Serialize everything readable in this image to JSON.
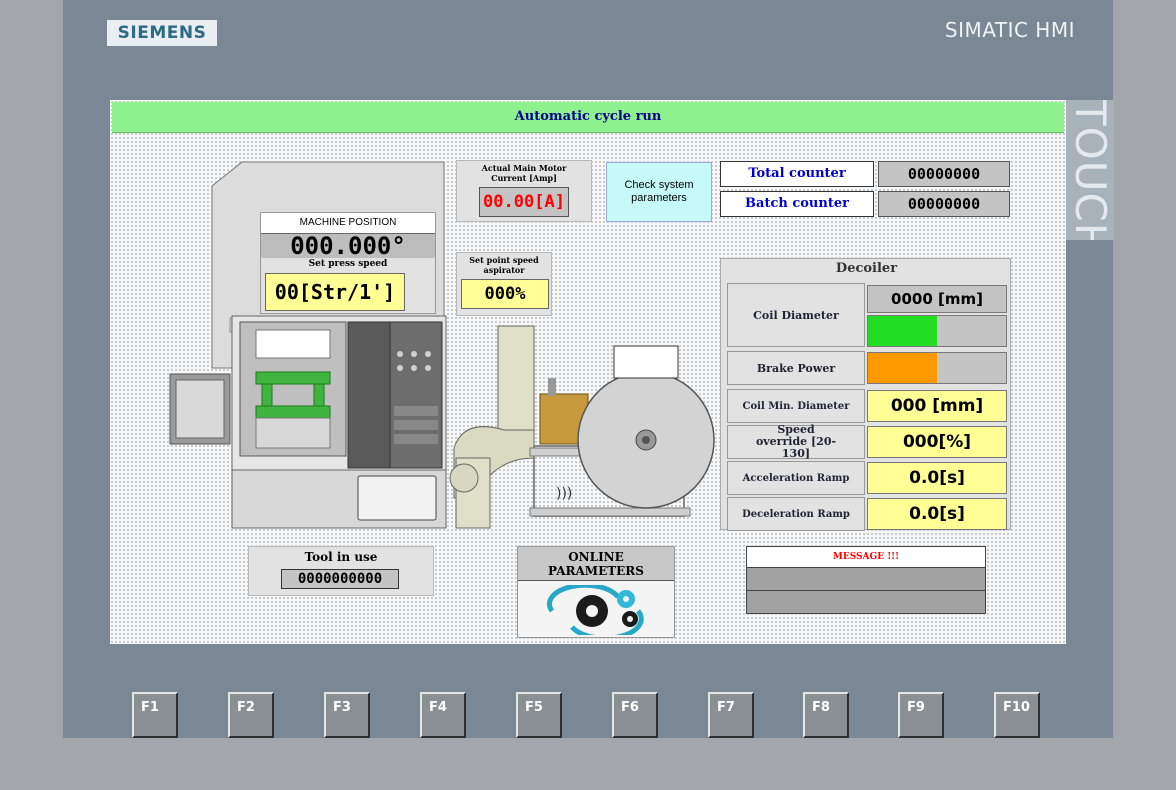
{
  "device": {
    "brand": "SIEMENS",
    "model_label": "SIMATIC HMI",
    "side_label": "TOUCH"
  },
  "screen": {
    "title": "Automatic cycle run"
  },
  "machine_position": {
    "label": "MACHINE POSITION",
    "value": "000.000°"
  },
  "press_speed": {
    "label": "Set press speed",
    "value": "00[Str/1']"
  },
  "motor_current": {
    "label": "Actual Main Motor Current [Amp]",
    "value": "00.00[A]"
  },
  "aspirator": {
    "label": "Set point speed aspirator",
    "value": "000%"
  },
  "check_system": {
    "label": "Check system parameters"
  },
  "counters": {
    "total_label": "Total counter",
    "total_value": "00000000",
    "batch_label": "Batch counter",
    "batch_value": "00000000"
  },
  "decoiler": {
    "title": "Decoiler",
    "coil_diameter_label": "Coil Diameter",
    "coil_diameter_value": "0000 [mm]",
    "coil_diameter_fill": 0.5,
    "brake_power_label": "Brake Power",
    "brake_power_fill": 0.5,
    "coil_min_label": "Coil Min. Diameter",
    "coil_min_value": "000 [mm]",
    "speed_override_label": "Speed override [20-130]",
    "speed_override_value": "000[%]",
    "accel_label": "Acceleration Ramp",
    "accel_value": "0.0[s]",
    "decel_label": "Deceleration Ramp",
    "decel_value": "0.0[s]"
  },
  "tool": {
    "label": "Tool in use",
    "value": "0000000000"
  },
  "online": {
    "label": "ONLINE PARAMETERS"
  },
  "message": {
    "label": "MESSAGE !!!"
  },
  "function_keys": [
    "F1",
    "F2",
    "F3",
    "F4",
    "F5",
    "F6",
    "F7",
    "F8",
    "F9",
    "F10"
  ],
  "colors": {
    "title_bar": "#8df28d",
    "counter_text": "#0000cc",
    "current_value": "#ff0000",
    "coil_fill": "#22dd22",
    "brake_fill": "#ff9900",
    "message_text": "#ff0000"
  }
}
